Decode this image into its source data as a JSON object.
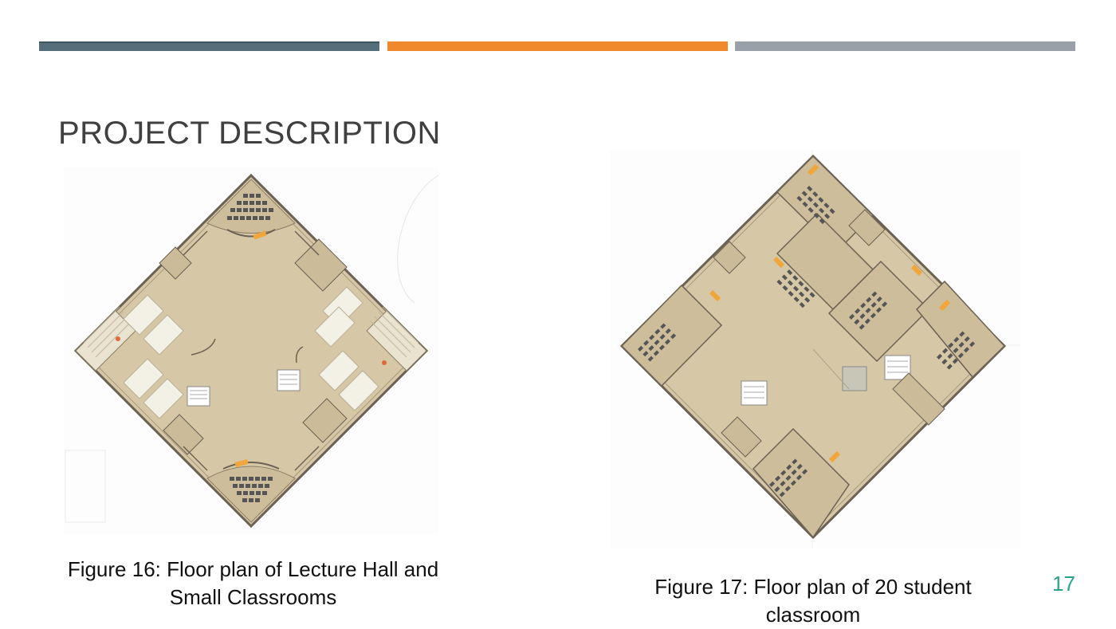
{
  "slide": {
    "title": "PROJECT DESCRIPTION",
    "page_number": "17",
    "accent_colors": [
      "#546e7a",
      "#f0892e",
      "#9aa0a8"
    ]
  },
  "figures": [
    {
      "caption_line1": "Figure 16: Floor plan of Lecture Hall and",
      "caption_line2": "Small Classrooms"
    },
    {
      "caption_line1": "Figure 17: Floor plan of 20 student",
      "caption_line2": "classroom"
    }
  ]
}
